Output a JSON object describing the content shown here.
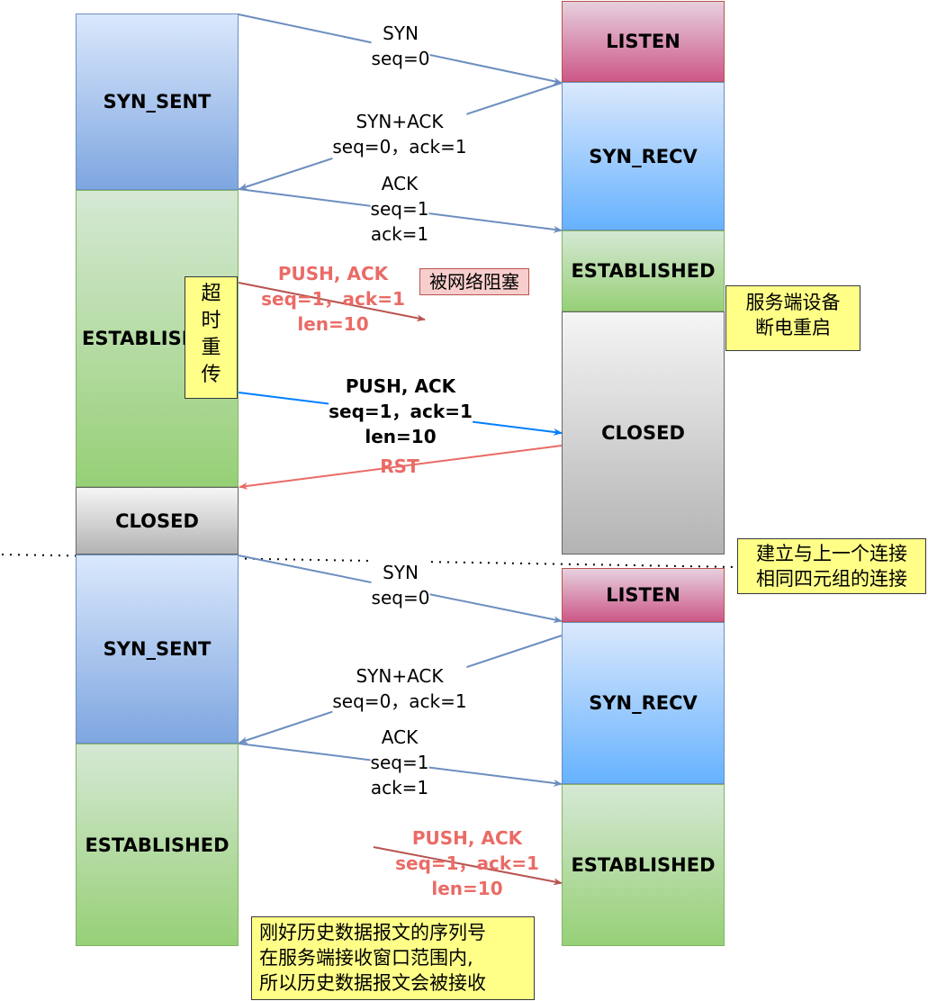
{
  "client": {
    "syn_sent_1": "SYN_SENT",
    "established_1": "ESTABLISHED",
    "closed": "CLOSED",
    "syn_sent_2": "SYN_SENT",
    "established_2": "ESTABLISHED"
  },
  "server": {
    "listen_1": "LISTEN",
    "syn_recv_1": "SYN_RECV",
    "established_1": "ESTABLISHED",
    "closed": "CLOSED",
    "listen_2": "LISTEN",
    "syn_recv_2": "SYN_RECV",
    "established_2": "ESTABLISHED"
  },
  "messages": {
    "syn_1": [
      "SYN",
      "seq=0"
    ],
    "synack_1": [
      "SYN+ACK",
      "seq=0，ack=1"
    ],
    "ack_1": [
      "ACK",
      "seq=1",
      "ack=1"
    ],
    "push_blocked": [
      "PUSH, ACK",
      "seq=1，ack=1",
      "len=10"
    ],
    "push_retrans": [
      "PUSH, ACK",
      "seq=1，ack=1",
      "len=10"
    ],
    "rst": "RST",
    "syn_2": [
      "SYN",
      "seq=0"
    ],
    "synack_2": [
      "SYN+ACK",
      "seq=0，ack=1"
    ],
    "ack_2": [
      "ACK",
      "seq=1",
      "ack=1"
    ],
    "push_history": [
      "PUSH, ACK",
      "seq=1，ack=1",
      "len=10"
    ]
  },
  "notes": {
    "blocked": "被网络阻塞",
    "timeout_retrans": [
      "超",
      "时",
      "重",
      "传"
    ],
    "server_reboot": [
      "服务端设备",
      "断电重启"
    ],
    "new_connection": [
      "建立与上一个连接",
      "相同四元组的连接"
    ],
    "history_accepted": [
      "刚好历史数据报文的序列号",
      "在服务端接收窗口范围内,",
      "所以历史数据报文会被接收"
    ]
  },
  "colors": {
    "arrow_blue": "#6c8ebf",
    "arrow_bright_blue": "#007fff",
    "arrow_red": "#ea6b66",
    "arrow_darkred": "#b85450"
  }
}
